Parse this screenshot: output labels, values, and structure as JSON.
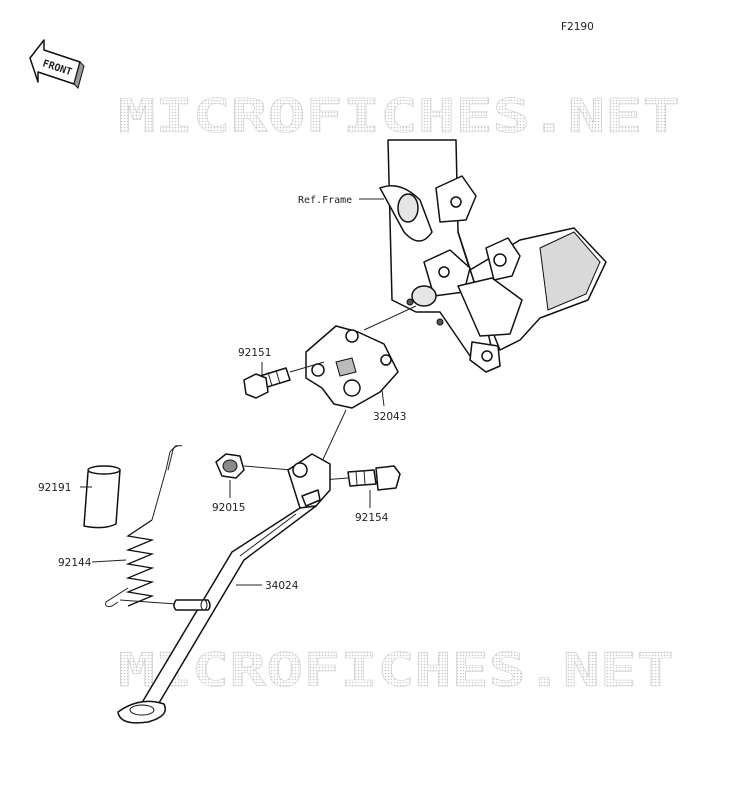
{
  "diagram": {
    "code": "F2190",
    "front_label": "FRONT",
    "watermark": "MICROFICHES.NET",
    "ref_frame": "Ref.Frame",
    "parts": [
      {
        "id": "92151"
      },
      {
        "id": "32043"
      },
      {
        "id": "92191"
      },
      {
        "id": "92015"
      },
      {
        "id": "92154"
      },
      {
        "id": "92144"
      },
      {
        "id": "34024"
      }
    ]
  }
}
